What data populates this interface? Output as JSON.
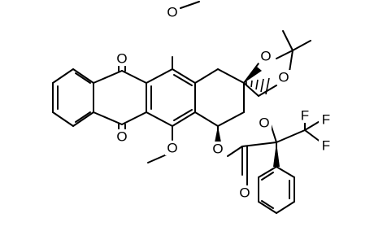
{
  "structure": {
    "atoms": {
      "ketone_top_o": "O",
      "ketone_bottom_o": "O",
      "methoxy_top_o": "O",
      "methoxy_bottom_o": "O",
      "dioxolane_o1": "O",
      "dioxolane_o2": "O",
      "ester_o": "O",
      "carbonyl_o": "O",
      "mosher_methoxy_o": "O",
      "fluorine_1": "F",
      "fluorine_2": "F",
      "fluorine_3": "F"
    },
    "colors": {
      "ink": "#000000",
      "background": "#ffffff"
    }
  }
}
